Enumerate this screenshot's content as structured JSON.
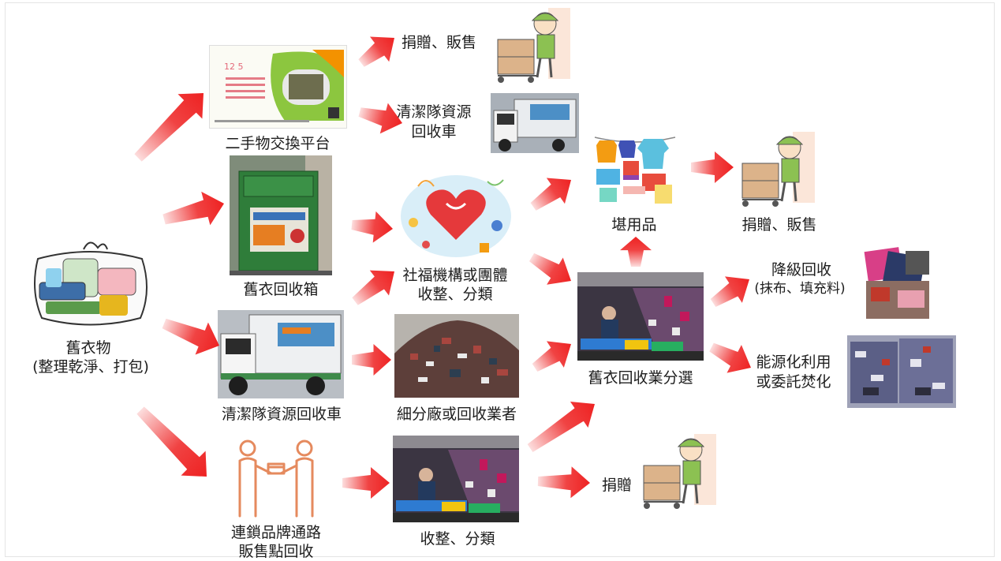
{
  "labels": {
    "clothes": "舊衣物",
    "clothes_note": "(整理乾淨、打包)",
    "platform": "二手物交換平台",
    "donate_sell_top": "捐贈、販售",
    "cleaning_truck_top_1": "清潔隊資源",
    "cleaning_truck_top_2": "回收車",
    "bin": "舊衣回收箱",
    "welfare_1": "社福機構或團體",
    "welfare_2": "收整、分類",
    "usable": "堪用品",
    "donate_sell_right": "捐贈、販售",
    "downgrade": "降級回收",
    "downgrade_note": "(抹布、填充料)",
    "truck_main": "清潔隊資源回收車",
    "sorting_factory": "細分廠或回收業者",
    "recycler_sort": "舊衣回收業分選",
    "energy_1": "能源化利用",
    "energy_2": "或委託焚化",
    "brand_1": "連鎖品牌通路",
    "brand_2": "販售點回收",
    "bottom_sort": "收整、分類",
    "donate_bottom": "捐贈"
  },
  "colors": {
    "arrow": "#ee2222",
    "bin_green": "#2f7d3a",
    "truck_green": "#3e8a4a",
    "heart": "#e5393b"
  },
  "icons": [
    "clothes-bundle-icon",
    "donation-worker-icon",
    "hand-over-icon",
    "heart-icon"
  ]
}
